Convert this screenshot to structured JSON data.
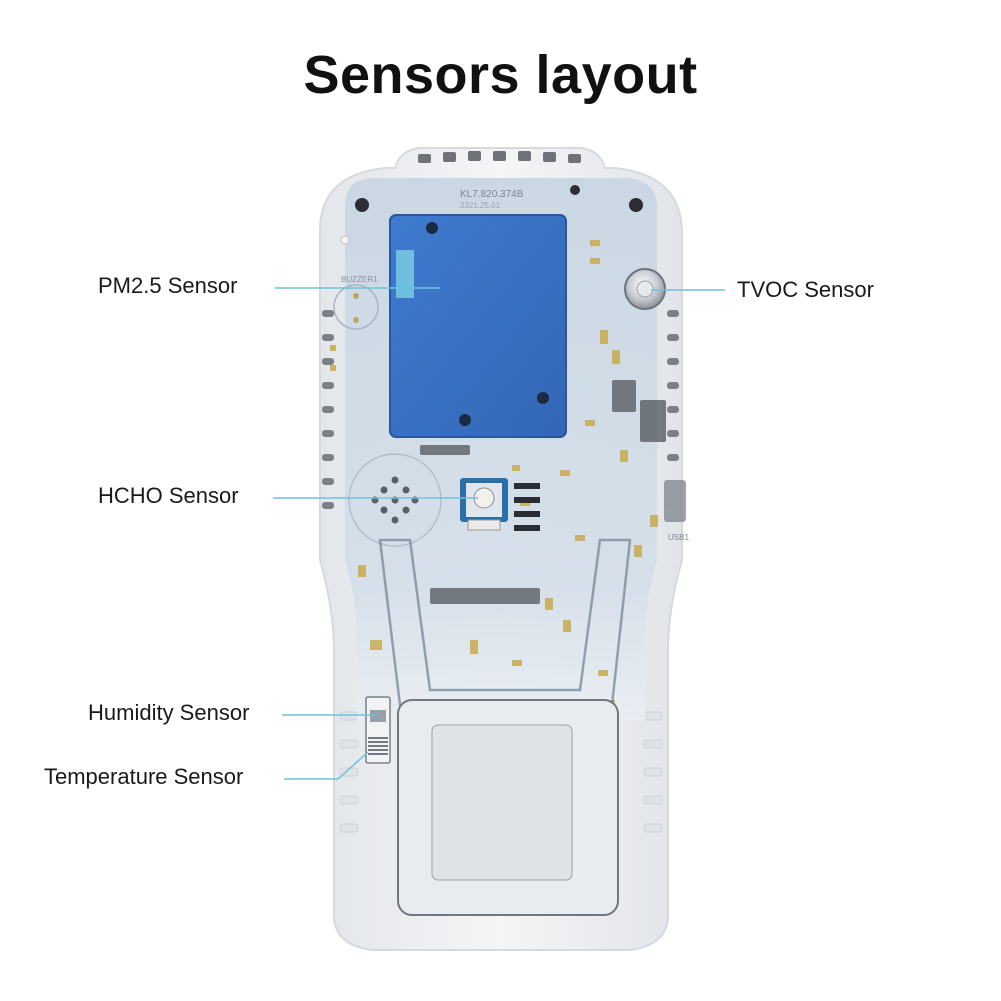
{
  "title": "Sensors layout",
  "device": {
    "board_marking_1": "KL7.820.374B",
    "board_marking_2": "2321.25.01",
    "buzzer_label": "BUZZER1",
    "usb_label": "USB1"
  },
  "colors": {
    "leader_line": "#6cc3dc",
    "pm_sensor": "#3a73c4",
    "board": "#d2dde8",
    "device_shell": "#eef0f3"
  },
  "sensors": [
    {
      "id": "pm25",
      "label": "PM2.5 Sensor"
    },
    {
      "id": "tvoc",
      "label": "TVOC Sensor"
    },
    {
      "id": "hcho",
      "label": "HCHO Sensor"
    },
    {
      "id": "humidity",
      "label": "Humidity Sensor"
    },
    {
      "id": "temperature",
      "label": "Temperature Sensor"
    }
  ]
}
